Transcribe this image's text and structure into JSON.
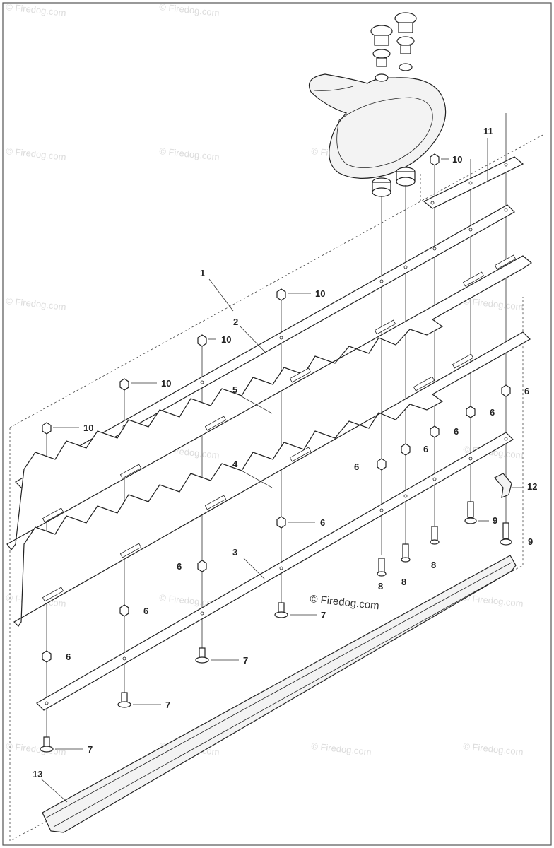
{
  "watermark": {
    "text": "© Firedog.com",
    "main_text": "© Firedog.com"
  },
  "labels": {
    "l1": "1",
    "l2": "2",
    "l3": "3",
    "l4": "4",
    "l5": "5",
    "l6": "6",
    "l7": "7",
    "l8": "8",
    "l9": "9",
    "l10": "10",
    "l11": "11",
    "l12": "12",
    "l13": "13"
  }
}
